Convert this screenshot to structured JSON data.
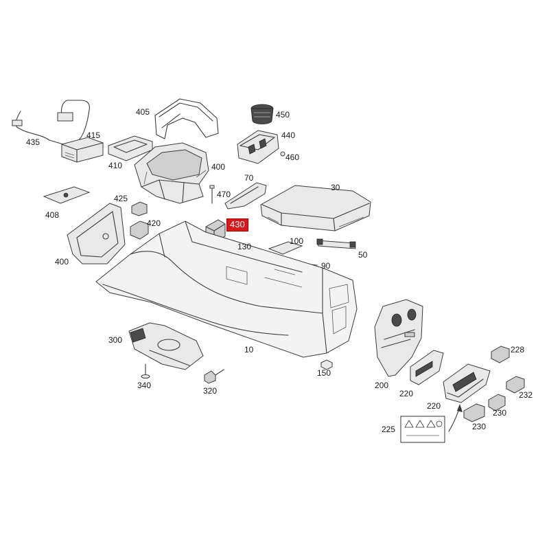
{
  "diagram": {
    "highlight_color": "#d9161c",
    "callouts": [
      {
        "id": "c435",
        "label": "435"
      },
      {
        "id": "c415",
        "label": "415"
      },
      {
        "id": "c405",
        "label": "405"
      },
      {
        "id": "c450",
        "label": "450"
      },
      {
        "id": "c440",
        "label": "440"
      },
      {
        "id": "c460",
        "label": "460"
      },
      {
        "id": "c410",
        "label": "410"
      },
      {
        "id": "c400a",
        "label": "400"
      },
      {
        "id": "c470",
        "label": "470"
      },
      {
        "id": "c70",
        "label": "70"
      },
      {
        "id": "c30",
        "label": "30"
      },
      {
        "id": "c425",
        "label": "425"
      },
      {
        "id": "c408",
        "label": "408"
      },
      {
        "id": "c420",
        "label": "420"
      },
      {
        "id": "c430",
        "label": "430",
        "highlighted": true
      },
      {
        "id": "c130",
        "label": "130"
      },
      {
        "id": "c100",
        "label": "100"
      },
      {
        "id": "c50",
        "label": "50"
      },
      {
        "id": "c400b",
        "label": "400"
      },
      {
        "id": "c90",
        "label": "90"
      },
      {
        "id": "c300",
        "label": "300"
      },
      {
        "id": "c10",
        "label": "10"
      },
      {
        "id": "c150",
        "label": "150"
      },
      {
        "id": "c340",
        "label": "340"
      },
      {
        "id": "c320",
        "label": "320"
      },
      {
        "id": "c200",
        "label": "200"
      },
      {
        "id": "c220a",
        "label": "220"
      },
      {
        "id": "c228",
        "label": "228"
      },
      {
        "id": "c232",
        "label": "232"
      },
      {
        "id": "c220b",
        "label": "220"
      },
      {
        "id": "c230a",
        "label": "230"
      },
      {
        "id": "c225",
        "label": "225"
      },
      {
        "id": "c230b",
        "label": "230"
      }
    ]
  }
}
